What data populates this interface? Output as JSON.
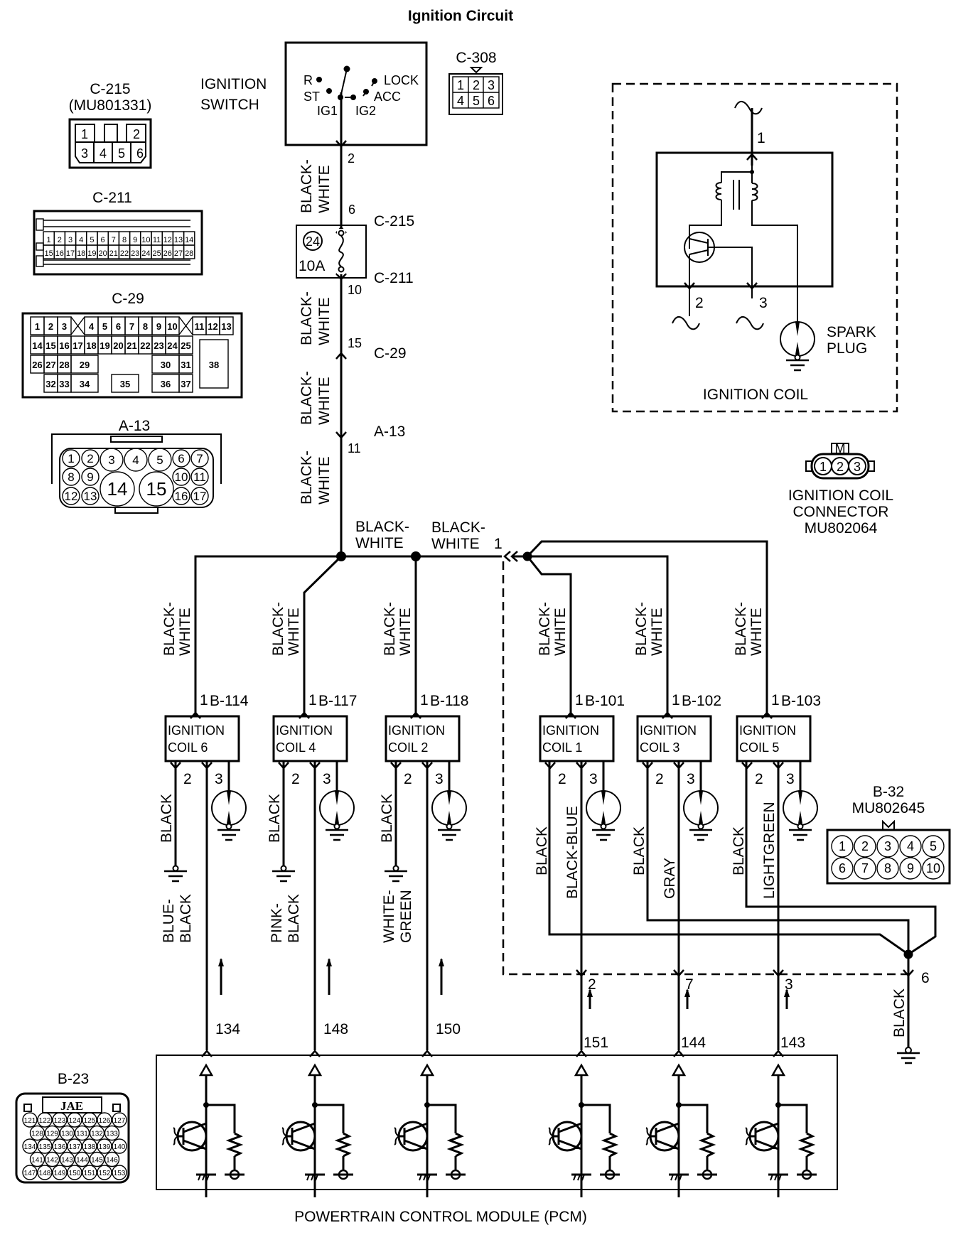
{
  "title": "Ignition Circuit",
  "ignition_switch": {
    "label_line1": "IGNITION",
    "label_line2": "SWITCH",
    "positions": {
      "r": "R",
      "st": "ST",
      "lock": "LOCK",
      "acc": "ACC",
      "ig1": "IG1",
      "ig2": "IG2"
    },
    "output_pin": "2"
  },
  "connectors": {
    "c215": {
      "name": "C-215",
      "part": "(MU801331)",
      "pins_top": [
        "1",
        "",
        "2"
      ],
      "pins_bottom": [
        "3",
        "4",
        "5",
        "6"
      ]
    },
    "c308": {
      "name": "C-308",
      "pins": [
        "1",
        "2",
        "3",
        "4",
        "5",
        "6"
      ]
    },
    "c211": {
      "name": "C-211",
      "row1": [
        "1",
        "2",
        "3",
        "4",
        "5",
        "6",
        "7",
        "8",
        "9",
        "10",
        "11",
        "12",
        "13",
        "14"
      ],
      "row2": [
        "15",
        "16",
        "17",
        "18",
        "19",
        "20",
        "21",
        "22",
        "23",
        "24",
        "25",
        "26",
        "27",
        "28"
      ]
    },
    "c29": {
      "name": "C-29",
      "row1": [
        "1",
        "2",
        "3",
        "4",
        "5",
        "6",
        "7",
        "8",
        "9",
        "10",
        "11",
        "12",
        "13"
      ],
      "row2": [
        "14",
        "15",
        "16",
        "17",
        "18",
        "19",
        "20",
        "21",
        "22",
        "23",
        "24",
        "25"
      ],
      "row3": [
        "26",
        "27",
        "28",
        "29",
        "30",
        "31"
      ],
      "row4": [
        "32",
        "33",
        "34",
        "35",
        "36",
        "37"
      ],
      "big": "38"
    },
    "a13": {
      "name": "A-13",
      "pins": [
        "1",
        "2",
        "3",
        "4",
        "5",
        "6",
        "7",
        "8",
        "9",
        "10",
        "11",
        "12",
        "13",
        "14",
        "15",
        "16",
        "17"
      ]
    },
    "ignition_coil_connector": {
      "pins": [
        "1",
        "2",
        "3"
      ],
      "key": "M",
      "label_line1": "IGNITION COIL",
      "label_line2": "CONNECTOR",
      "label_line3": "MU802064"
    },
    "b32": {
      "name": "B-32",
      "part": "MU802645",
      "key": "M",
      "pins": [
        "1",
        "2",
        "3",
        "4",
        "5",
        "6",
        "7",
        "8",
        "9",
        "10"
      ]
    },
    "b23": {
      "name": "B-23",
      "brand": "JAE",
      "rows": [
        [
          "121",
          "122",
          "123",
          "124",
          "125",
          "126",
          "127"
        ],
        [
          "128",
          "129",
          "130",
          "131",
          "132",
          "133"
        ],
        [
          "134",
          "135",
          "136",
          "137",
          "138",
          "139",
          "140"
        ],
        [
          "141",
          "142",
          "143",
          "144",
          "145",
          "146"
        ],
        [
          "147",
          "148",
          "149",
          "150",
          "151",
          "152",
          "153"
        ]
      ]
    }
  },
  "main_feed": {
    "segments": [
      {
        "wire_l1": "BLACK-",
        "wire_l2": "WHITE",
        "pin_top": "2",
        "pin_bottom": "6"
      },
      {
        "wire_l1": "BLACK-",
        "wire_l2": "WHITE",
        "pin_top": "10",
        "pin_bottom": "15"
      },
      {
        "wire_l1": "BLACK-",
        "wire_l2": "WHITE"
      },
      {
        "wire_l1": "BLACK-",
        "wire_l2": "WHITE",
        "pin_top": "11"
      }
    ],
    "fuse": {
      "number": "24",
      "rating": "10A"
    },
    "connector_labels": {
      "c215": "C-215",
      "c211": "C-211",
      "c29": "C-29",
      "a13": "A-13"
    }
  },
  "bus": {
    "label1_l1": "BLACK-",
    "label1_l2": "WHITE",
    "label2_l1": "BLACK-",
    "label2_l2": "WHITE",
    "label2_pin": "1"
  },
  "coils": [
    {
      "name_l1": "IGNITION",
      "name_l2": "COIL 6",
      "connector": "B-114",
      "feed_pin": "1",
      "feed_wire_l1": "BLACK-",
      "feed_wire_l2": "WHITE",
      "pin2": "2",
      "pin3": "3",
      "ground_wire": "BLACK",
      "signal_wire_l1": "BLUE-",
      "signal_wire_l2": "BLACK",
      "pcm_pin": "134"
    },
    {
      "name_l1": "IGNITION",
      "name_l2": "COIL 4",
      "connector": "B-117",
      "feed_pin": "1",
      "feed_wire_l1": "BLACK-",
      "feed_wire_l2": "WHITE",
      "pin2": "2",
      "pin3": "3",
      "ground_wire": "BLACK",
      "signal_wire_l1": "PINK-",
      "signal_wire_l2": "BLACK",
      "pcm_pin": "148"
    },
    {
      "name_l1": "IGNITION",
      "name_l2": "COIL 2",
      "connector": "B-118",
      "feed_pin": "1",
      "feed_wire_l1": "BLACK-",
      "feed_wire_l2": "WHITE",
      "pin2": "2",
      "pin3": "3",
      "ground_wire": "BLACK",
      "signal_wire_l1": "WHITE-",
      "signal_wire_l2": "GREEN",
      "pcm_pin": "150"
    },
    {
      "name_l1": "IGNITION",
      "name_l2": "COIL 1",
      "connector": "B-101",
      "feed_pin": "1",
      "feed_wire_l1": "BLACK-",
      "feed_wire_l2": "WHITE",
      "pin2": "2",
      "pin3": "3",
      "ground_wire": "BLACK",
      "signal_wire": "BLACK-BLUE",
      "b32_pin": "2",
      "pcm_pin": "151"
    },
    {
      "name_l1": "IGNITION",
      "name_l2": "COIL 3",
      "connector": "B-102",
      "feed_pin": "1",
      "feed_wire_l1": "BLACK-",
      "feed_wire_l2": "WHITE",
      "pin2": "2",
      "pin3": "3",
      "ground_wire": "BLACK",
      "signal_wire": "GRAY",
      "b32_pin": "7",
      "pcm_pin": "144"
    },
    {
      "name_l1": "IGNITION",
      "name_l2": "COIL 5",
      "connector": "B-103",
      "feed_pin": "1",
      "feed_wire_l1": "BLACK-",
      "feed_wire_l2": "WHITE",
      "pin2": "2",
      "pin3": "3",
      "ground_wire": "BLACK",
      "signal_wire": "LIGHTGREEN",
      "b32_pin": "3",
      "pcm_pin": "143"
    }
  ],
  "b32_ground": {
    "pin": "6",
    "wire": "BLACK"
  },
  "coil_detail": {
    "title": "IGNITION COIL",
    "pin1": "1",
    "pin2": "2",
    "pin3": "3",
    "spark_plug_l1": "SPARK",
    "spark_plug_l2": "PLUG"
  },
  "pcm": {
    "label": "POWERTRAIN CONTROL MODULE (PCM)"
  }
}
